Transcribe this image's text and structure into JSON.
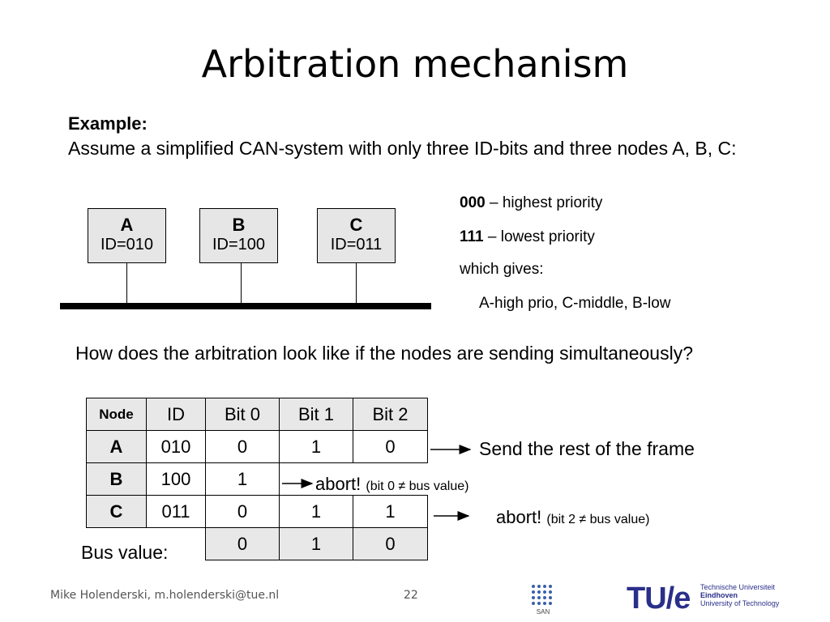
{
  "title": "Arbitration mechanism",
  "example": {
    "heading": "Example:",
    "text": "Assume a simplified CAN-system with only three ID-bits and three nodes A, B, C:"
  },
  "nodes": [
    {
      "name": "A",
      "id": "ID=010"
    },
    {
      "name": "B",
      "id": "ID=100"
    },
    {
      "name": "C",
      "id": "ID=011"
    }
  ],
  "priority": {
    "high_code": "000",
    "high_text": " – highest priority",
    "low_code": "111",
    "low_text": " – lowest priority",
    "gives": "which gives:",
    "result": "A-high prio, C-middle, B-low"
  },
  "question": "How does the arbitration look like if the nodes are sending simultaneously?",
  "table": {
    "headers": [
      "Node",
      "ID",
      "Bit 0",
      "Bit 1",
      "Bit 2"
    ],
    "rows": [
      {
        "node": "A",
        "id": "010",
        "bits": [
          "0",
          "1",
          "0"
        ]
      },
      {
        "node": "B",
        "id": "100",
        "bits": [
          "1",
          "",
          ""
        ]
      },
      {
        "node": "C",
        "id": "011",
        "bits": [
          "0",
          "1",
          "1"
        ]
      }
    ],
    "bus_label": "Bus value:",
    "bus_bits": [
      "0",
      "1",
      "0"
    ]
  },
  "notes": {
    "a_text": "Send the rest of the frame",
    "b_main": "abort!",
    "b_small": "(bit 0 ≠ bus value)",
    "c_main": "abort!",
    "c_small": "(bit 2 ≠ bus value)"
  },
  "footer": {
    "author": "Mike Holenderski, m.holenderski@tue.nl",
    "page": "22"
  },
  "logos": {
    "san_label": "SAN",
    "tue_mark": "TU/e",
    "tue_line1": "Technische Universiteit",
    "tue_line2": "Eindhoven",
    "tue_line3": "University of Technology"
  }
}
